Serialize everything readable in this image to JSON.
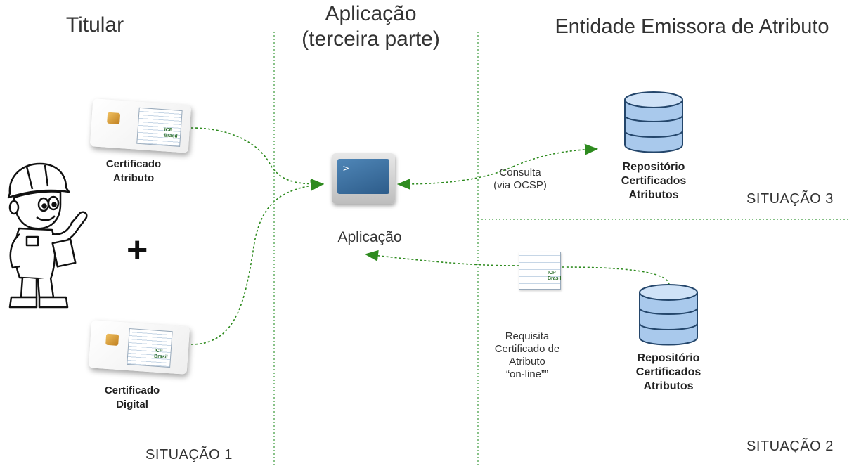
{
  "columns": {
    "titular": "Titular",
    "aplicacao": "Aplicação\n(terceira parte)",
    "entidade": "Entidade Emissora de Atributo"
  },
  "cards": {
    "atributo": "Certificado\nAtributo",
    "digital": "Certificado\nDigital",
    "logo_text": "ICP\nBrasil"
  },
  "plus": "+",
  "application_label": "Aplicação",
  "terminal_prompt": ">_",
  "consulta": "Consulta\n(via OCSP)",
  "requisita": "Requisita\nCertificado de\nAtributo\n“on-line””",
  "repositorio_3": "Repositório\nCertificados\nAtributos",
  "repositorio_2": "Repositório\nCertificados\nAtributos",
  "situacao_1": "SITUAÇÃO 1",
  "situacao_2": "SITUAÇÃO 2",
  "situacao_3": "SITUAÇÃO 3",
  "colors": {
    "arrow": "#2e8b1f",
    "divider": "#3a9a3a",
    "db_fill": "#a9c9ec",
    "db_stroke": "#24466b",
    "monitor": "#2d5c8a"
  }
}
